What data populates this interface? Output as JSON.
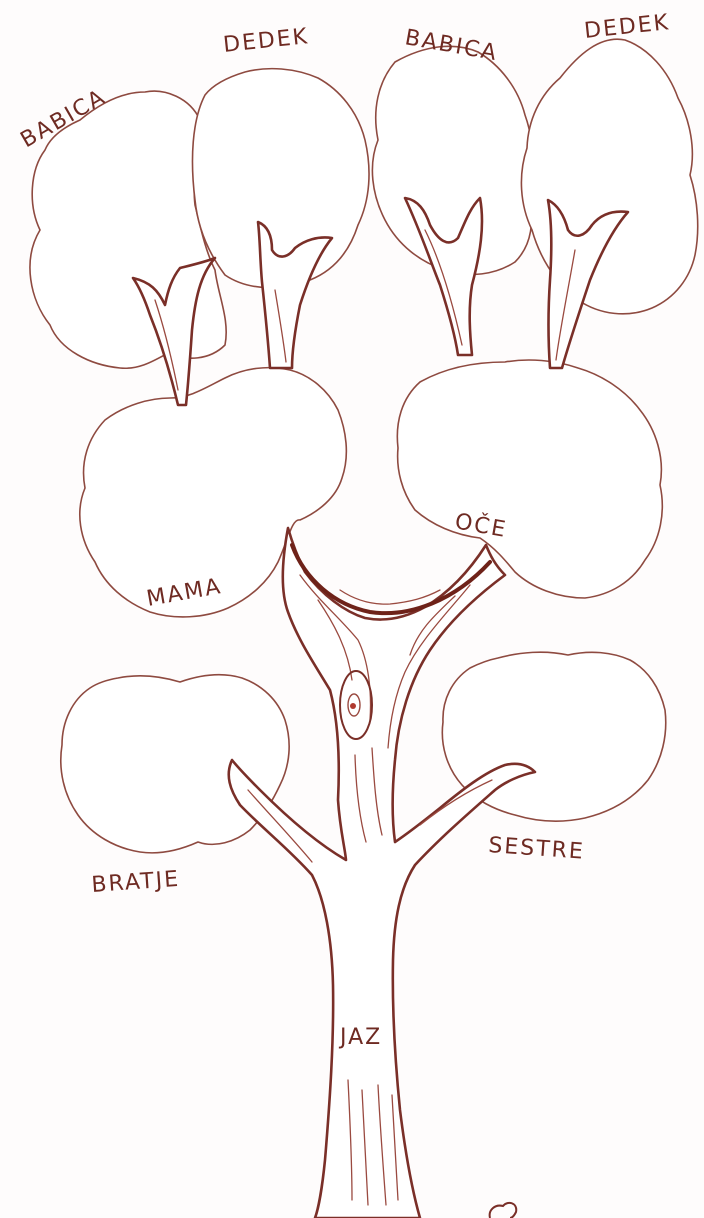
{
  "tree": {
    "labels": {
      "babica_left": "BABICA",
      "dedek_left": "DEDEK",
      "babica_right": "BABICA",
      "dedek_right": "DEDEK",
      "mama": "MAMA",
      "oce": "OČE",
      "bratje": "BRATJE",
      "sestre": "SESTRE",
      "jaz": "JAZ"
    },
    "colors": {
      "ink": "#7a2f28",
      "paper": "#fefcfc"
    }
  }
}
